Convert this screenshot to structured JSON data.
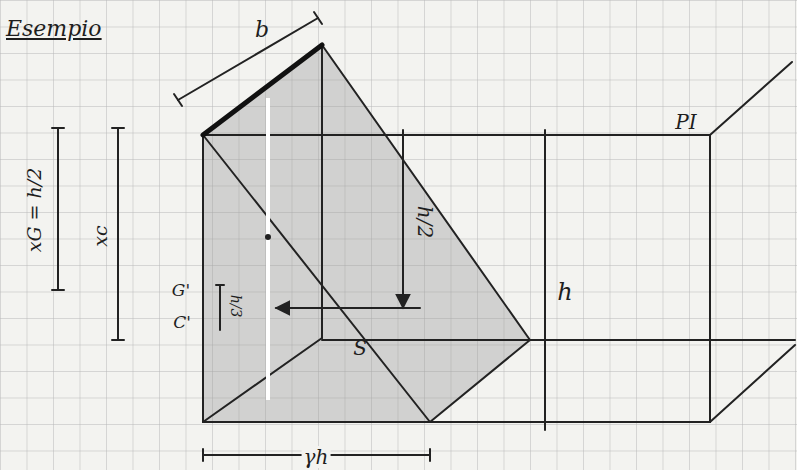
{
  "diagram": {
    "title": "Esempio",
    "labels": [
      "b",
      "PI",
      "xG = h/2",
      "xc",
      "h/2",
      "G'",
      "C'",
      "h/3",
      "S",
      "h",
      "γh"
    ]
  }
}
